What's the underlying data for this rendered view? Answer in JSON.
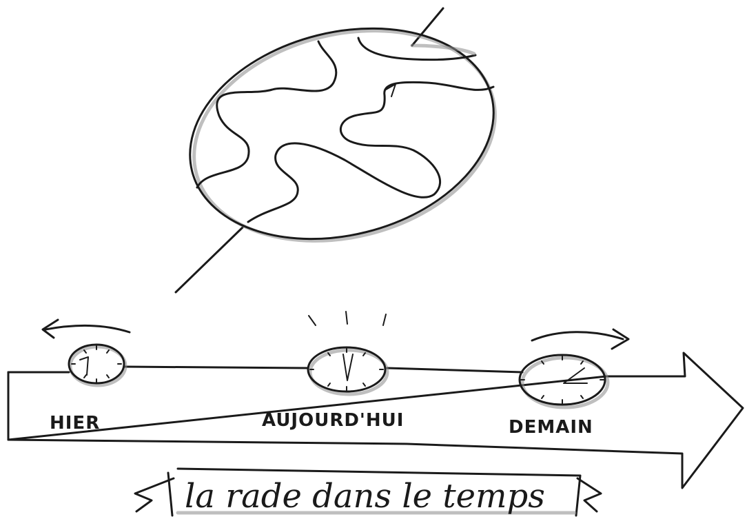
{
  "timeline": {
    "past_label": "HIER",
    "present_label": "AUJOURD'HUI",
    "future_label": "DEMAIN"
  },
  "banner": {
    "text": "la rade dans le temps"
  },
  "icons": [
    "earth-globe-icon",
    "clock-icon",
    "arrow-left-icon",
    "arrow-right-icon",
    "timeline-arrow-icon"
  ]
}
